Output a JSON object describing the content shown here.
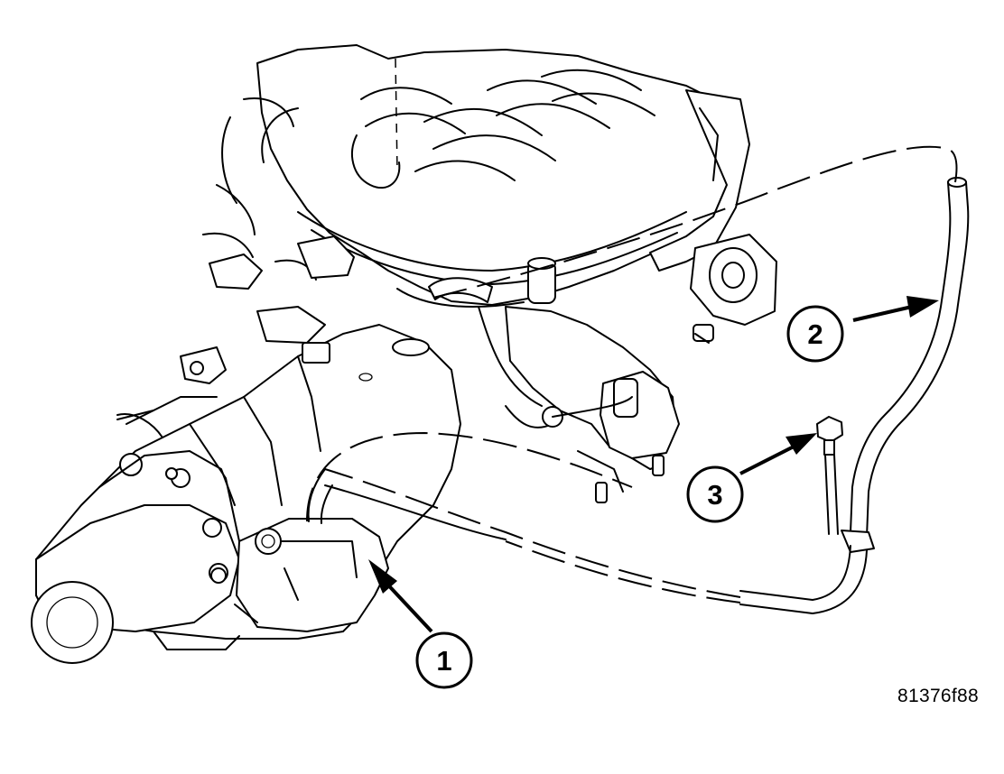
{
  "figure": {
    "id_label": "81376f88"
  },
  "callouts": [
    {
      "number": "1"
    },
    {
      "number": "2"
    },
    {
      "number": "3"
    }
  ]
}
